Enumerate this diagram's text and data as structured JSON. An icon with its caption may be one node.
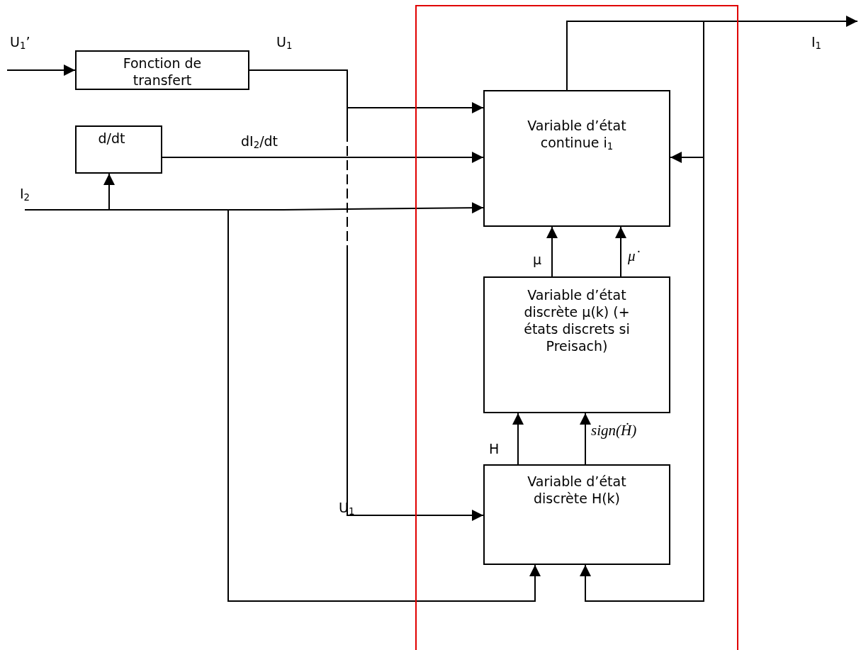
{
  "diagram": {
    "nodes": [
      {
        "text": [
          "Fonction de transfert"
        ]
      },
      {
        "text": [
          "d/dt"
        ]
      },
      {
        "text": [],
        "shape": "box"
      },
      {
        "text": [
          "Variable d’état continue i$_{1}$"
        ],
        "in": 2
      },
      {
        "text": [
          "Variable d’état discrète µ(k) (+ états discrets si Preisach)"
        ],
        "in": 2
      },
      {
        "text": [
          "Variable d’état discrète H(k)"
        ],
        "in": 2
      }
    ],
    "edges": [
      {
        "from": null,
        "to": 0,
        "arrow": "to",
        "label": "U$_{1}$’"
      },
      {
        "from": 0,
        "to": 3,
        "arrow": "to",
        "label": "U$_{1}$"
      },
      {
        "from": 0,
        "to": 5,
        "arrow": "to",
        "label": "U$_{1}$",
        "style": "dashed"
      },
      {
        "from": 1,
        "to": 3,
        "arrow": "to",
        "label": "dI$_{2}$/dt"
      },
      {
        "from": null,
        "to": 1,
        "arrow": "to"
      },
      {
        "from": null,
        "to": 3,
        "arrow": "to",
        "label": "I$_{2}$"
      },
      {
        "from": null,
        "to": 5,
        "arrow": "to"
      },
      {
        "from": 3,
        "to": null,
        "arrow": "to",
        "label": "I$_{1}$"
      },
      {
        "from": 3,
        "to": 3,
        "arrow": "to"
      },
      {
        "from": 3,
        "to": 5,
        "arrow": "to"
      },
      {
        "from": 4,
        "to": 3,
        "arrow": "to",
        "label": "µ"
      },
      {
        "from": 4,
        "to": 3,
        "arrow": "to",
        "label": "μ̇"
      },
      {
        "from": 5,
        "to": 4,
        "arrow": "to",
        "label": "H"
      },
      {
        "from": 5,
        "to": 4,
        "arrow": "to",
        "label": "sign(Ḣ)"
      }
    ]
  }
}
